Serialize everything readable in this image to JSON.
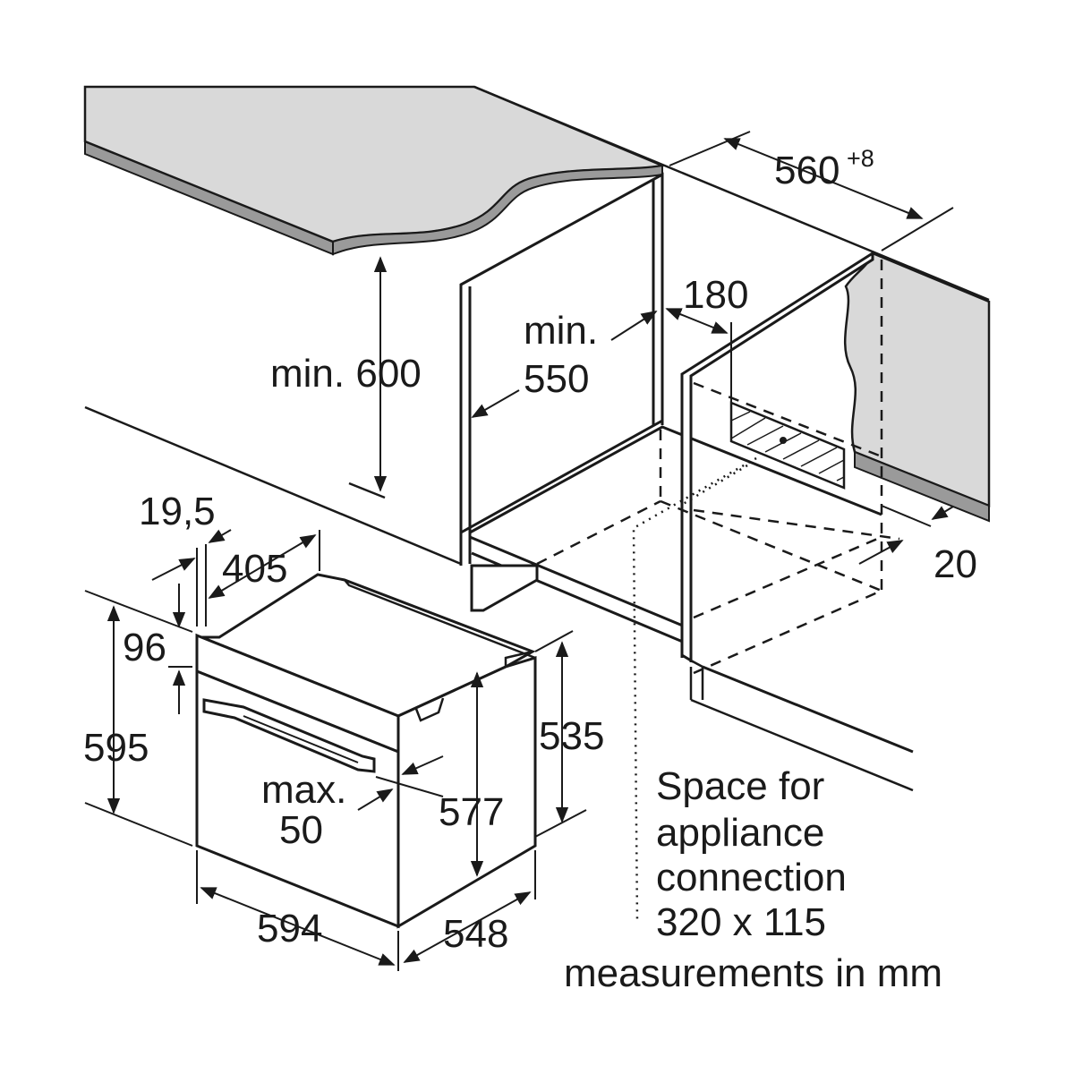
{
  "labels": {
    "niche_width": "560",
    "niche_width_tolerance": "+8",
    "worktop_height": "min. 600",
    "niche_depth": "min.\n550",
    "niche_depth_line1": "min.",
    "niche_depth_line2": "550",
    "connection_offset": "180",
    "rear_gap": "20",
    "door_offset": "19,5",
    "top_depth": "405",
    "control_height": "96",
    "overall_height": "595",
    "handle_gap_line1": "max.",
    "handle_gap_line2": "50",
    "body_height": "577",
    "rear_height": "535",
    "overall_width": "594",
    "overall_depth": "548"
  },
  "note": {
    "line1": "Space for",
    "line2": "appliance",
    "line3": "connection",
    "line4": "320 x 115",
    "units": "measurements in mm"
  }
}
